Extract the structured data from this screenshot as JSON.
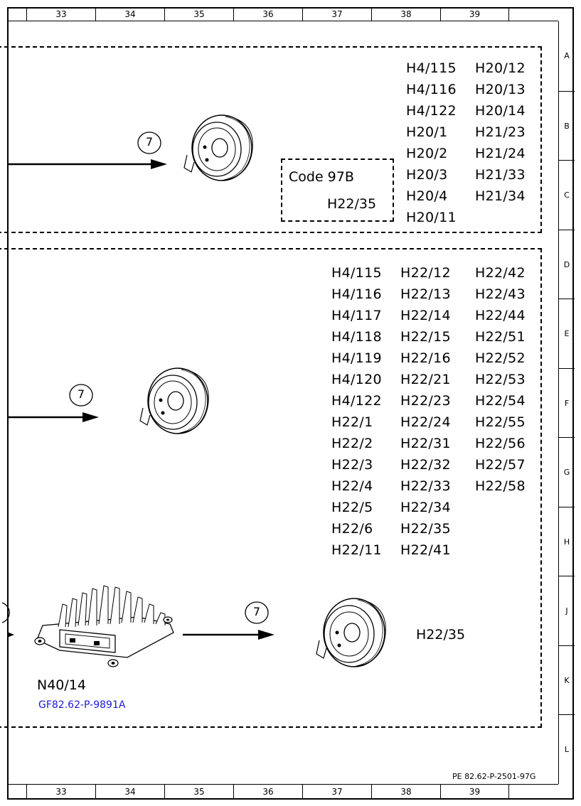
{
  "columns": [
    "33",
    "34",
    "35",
    "36",
    "37",
    "38",
    "39"
  ],
  "rows": [
    "A",
    "B",
    "C",
    "D",
    "E",
    "F",
    "G",
    "H",
    "J",
    "K",
    "L"
  ],
  "callout_number": "7",
  "section_top": {
    "code_box": {
      "title": "Code 97B",
      "code": "H22/35"
    },
    "col1": [
      "H4/115",
      "H4/116",
      "H4/122",
      "H20/1",
      "H20/2",
      "H20/3",
      "H20/4",
      "H20/11"
    ],
    "col2": [
      "H20/12",
      "H20/13",
      "H20/14",
      "H21/23",
      "H21/24",
      "H21/33",
      "H21/34"
    ]
  },
  "section_bottom": {
    "col1": [
      "H4/115",
      "H4/116",
      "H4/117",
      "H4/118",
      "H4/119",
      "H4/120",
      "H4/122",
      "H22/1",
      "H22/2",
      "H22/3",
      "H22/4",
      "H22/5",
      "H22/6",
      "H22/11"
    ],
    "col2": [
      "H22/12",
      "H22/13",
      "H22/14",
      "H22/15",
      "H22/16",
      "H22/21",
      "H22/23",
      "H22/24",
      "H22/31",
      "H22/32",
      "H22/33",
      "H22/34",
      "H22/35",
      "H22/41"
    ],
    "col3": [
      "H22/42",
      "H22/43",
      "H22/44",
      "H22/51",
      "H22/52",
      "H22/53",
      "H22/54",
      "H22/55",
      "H22/56",
      "H22/57",
      "H22/58"
    ],
    "speaker_label": "H22/35",
    "module_label": "N40/14",
    "module_link": "GF82.62-P-9891A"
  },
  "footer_ref": "PE 82.62-P-2501-97G",
  "colors": {
    "line": "#000000",
    "link": "#1a1adb"
  },
  "icons": [
    "speaker-icon",
    "amplifier-module-icon",
    "arrow-icon"
  ]
}
